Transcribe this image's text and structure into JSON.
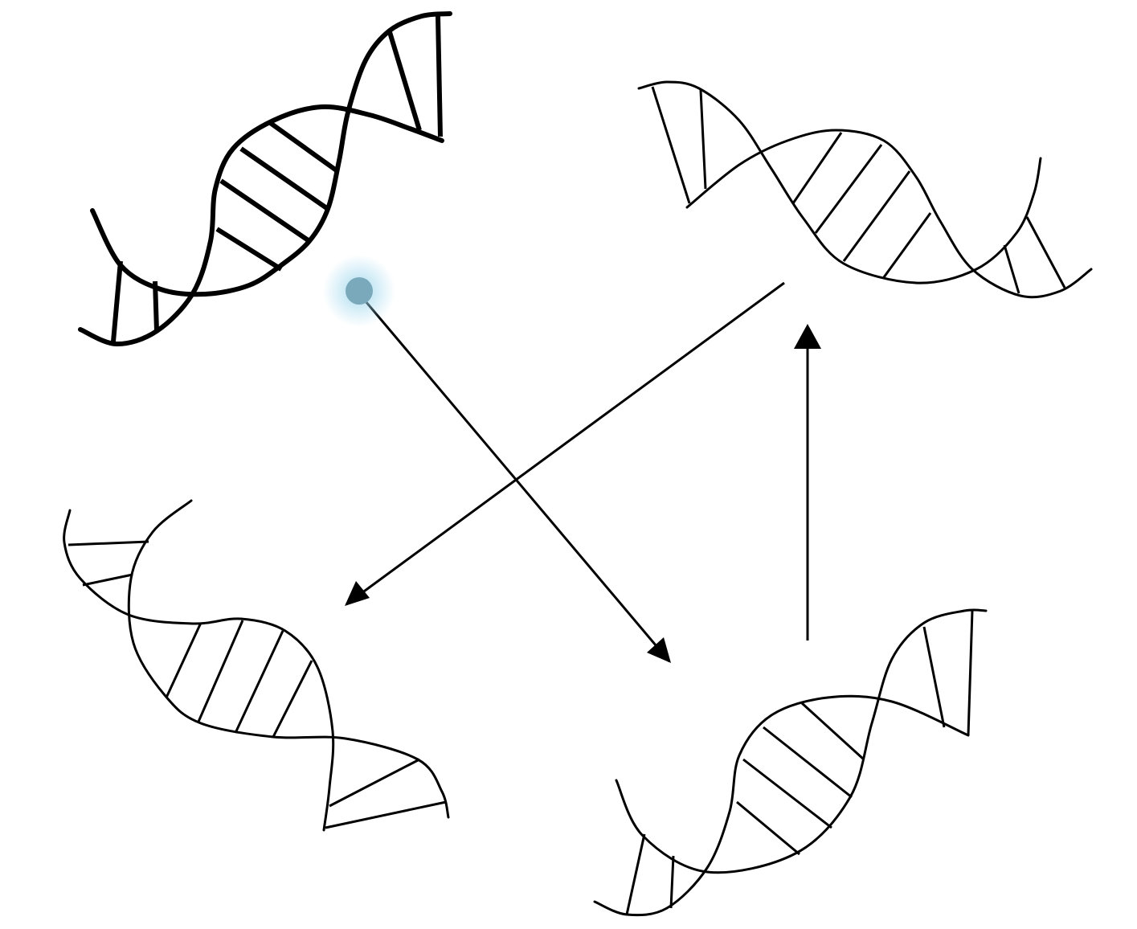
{
  "colors": {
    "background": "#ffffff",
    "stroke": "#000000",
    "highlight_dot": "#7aa9bb",
    "highlight_glow": "#9fd8ee"
  },
  "helices": [
    {
      "position": "top-left",
      "emphasized": true
    },
    {
      "position": "top-right",
      "emphasized": false
    },
    {
      "position": "bottom-left",
      "emphasized": false
    },
    {
      "position": "bottom-right",
      "emphasized": false
    }
  ],
  "arrows": [
    {
      "from": "top-left",
      "to": "bottom-right"
    },
    {
      "from": "top-right",
      "to": "bottom-left"
    },
    {
      "from": "bottom-right",
      "to": "top-right"
    }
  ]
}
